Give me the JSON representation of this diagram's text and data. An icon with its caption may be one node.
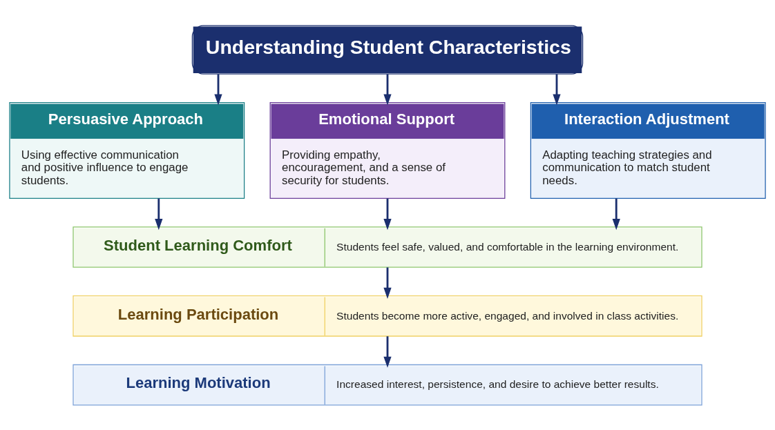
{
  "diagram": {
    "nodes": [
      {
        "text": [
          "Understanding Student Characteristics"
        ]
      },
      {
        "text": [
          "Persuasive Approach",
          "Using effective communication and positive influence to engage students."
        ]
      },
      {
        "text": [
          "Emotional Support",
          "Providing empathy, encouragement, and a sense of security for students."
        ]
      },
      {
        "text": [
          "Interaction Adjustment",
          "Adapting teaching strategies and communication to match student needs."
        ]
      },
      {
        "text": [
          "Student Learning Comfort",
          "Students feel safe, valued, and comfortable in the learning environment."
        ]
      },
      {
        "text": [
          "Learning Participation",
          "Students become more active, engaged, and involved in class activities."
        ]
      },
      {
        "text": [
          "Learning Motivation",
          "Increased interest, persistence, and desire to achieve better results."
        ]
      }
    ],
    "edges": [
      {
        "from": 0,
        "to": 1,
        "arrow": "to"
      },
      {
        "from": 0,
        "to": 2,
        "arrow": "to"
      },
      {
        "from": 0,
        "to": 3,
        "arrow": "to"
      },
      {
        "from": 1,
        "to": 4,
        "arrow": "to"
      },
      {
        "from": 2,
        "to": 4,
        "arrow": "to"
      },
      {
        "from": 3,
        "to": 4,
        "arrow": "to"
      },
      {
        "from": 4,
        "to": 5,
        "arrow": "to"
      },
      {
        "from": 5,
        "to": 6,
        "arrow": "to"
      }
    ]
  }
}
